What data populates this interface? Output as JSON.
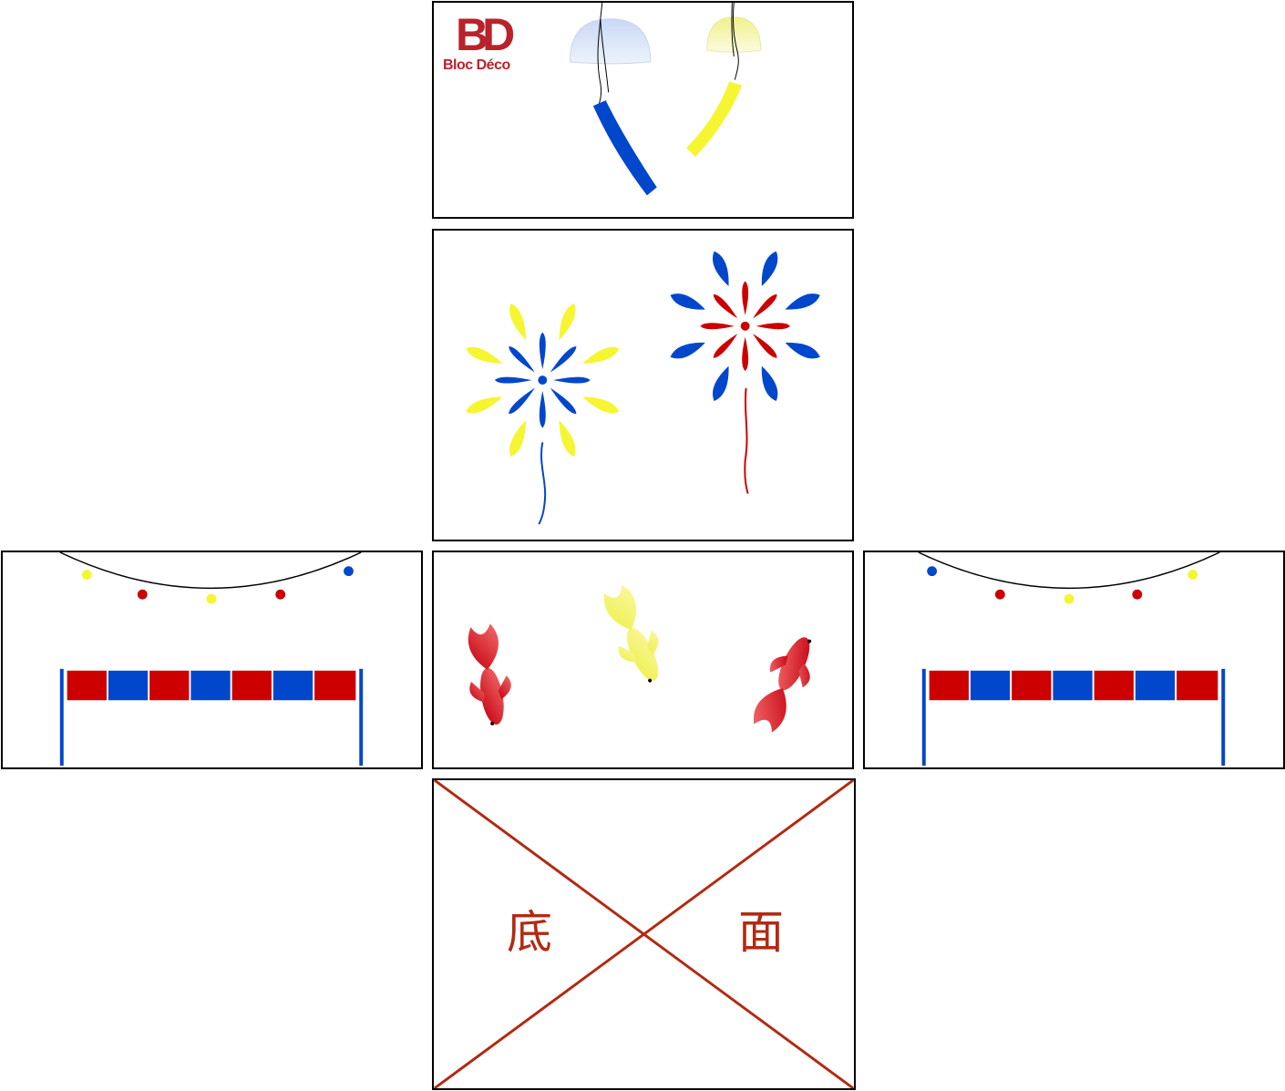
{
  "logo": {
    "letters_b": "B",
    "letters_d": "D",
    "brand_name": "Bloc Déco"
  },
  "bottom_panel": {
    "left_char": "底",
    "right_char": "面"
  },
  "colors": {
    "blue": "#0047cc",
    "yellow": "#f5f532",
    "red": "#cc0000",
    "dark_red_line": "#b22a12",
    "logo_red": "#b8232b"
  },
  "icons": {
    "wind_chime": "wind-chime-icon",
    "firework": "firework-icon",
    "goldfish": "goldfish-icon",
    "bunting": "bunting-icon",
    "lantern_string": "lantern-string-icon"
  }
}
